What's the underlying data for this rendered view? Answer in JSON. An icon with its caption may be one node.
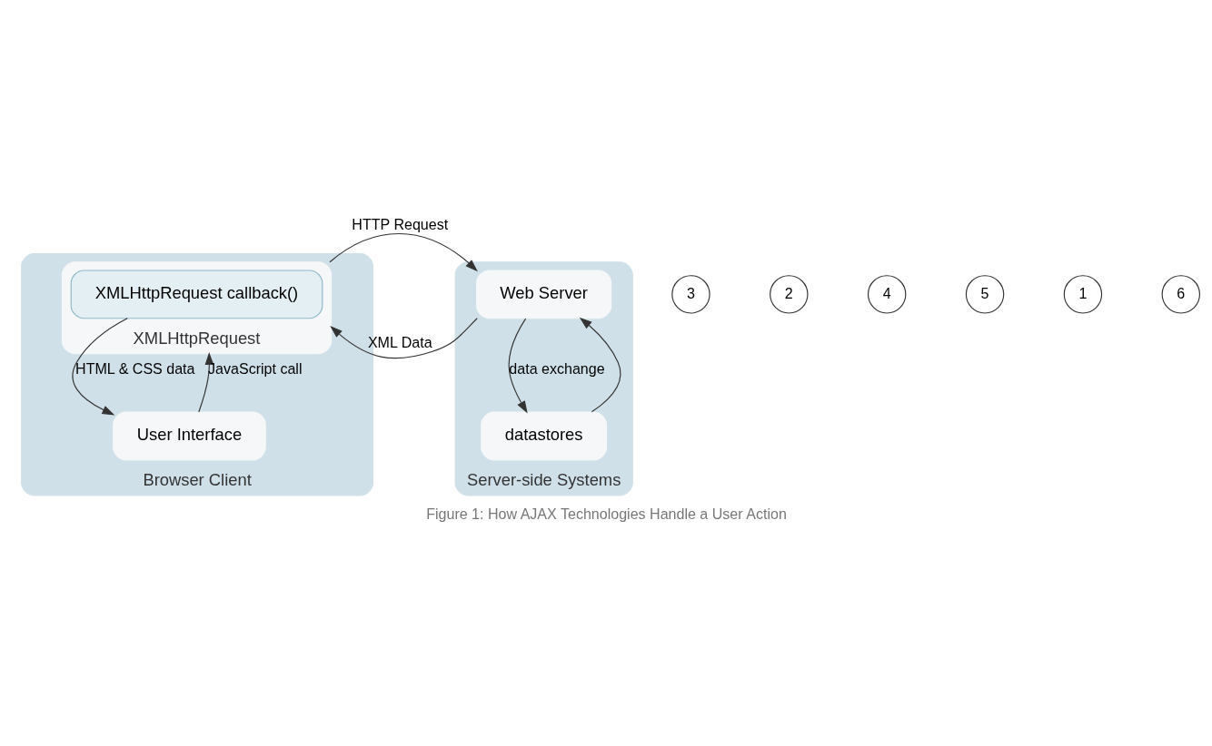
{
  "diagram": {
    "caption": "Figure 1: How AJAX Technologies Handle a User Action",
    "nodes": [
      {
        "text": [
          "Browser Client"
        ]
      },
      {
        "text": [
          "XMLHttpRequest"
        ],
        "in": 0
      },
      {
        "text": [
          "XMLHttpRequest callback()"
        ],
        "in": 1
      },
      {
        "text": [
          "User Interface"
        ],
        "in": 0
      },
      {
        "text": [
          "Server-side Systems"
        ]
      },
      {
        "text": [
          "Web Server"
        ],
        "in": 4
      },
      {
        "text": [
          "datastores"
        ],
        "in": 4
      }
    ],
    "edges": [
      {
        "from": 3,
        "to": 1,
        "arrow": "to",
        "label": "JavaScript call"
      },
      {
        "from": 1,
        "to": 5,
        "arrow": "to",
        "label": "HTTP Request"
      },
      {
        "from": 5,
        "to": 1,
        "arrow": "to",
        "label": "XML Data"
      },
      {
        "from": 2,
        "to": 3,
        "arrow": "to",
        "label": "HTML & CSS data"
      },
      {
        "from": 6,
        "to": 5,
        "arrow": "to"
      },
      {
        "from": 5,
        "to": 6,
        "arrow": "to",
        "label": "data exchange"
      }
    ],
    "labels": [
      "3",
      "2",
      "4",
      "5",
      "1",
      "6"
    ]
  }
}
